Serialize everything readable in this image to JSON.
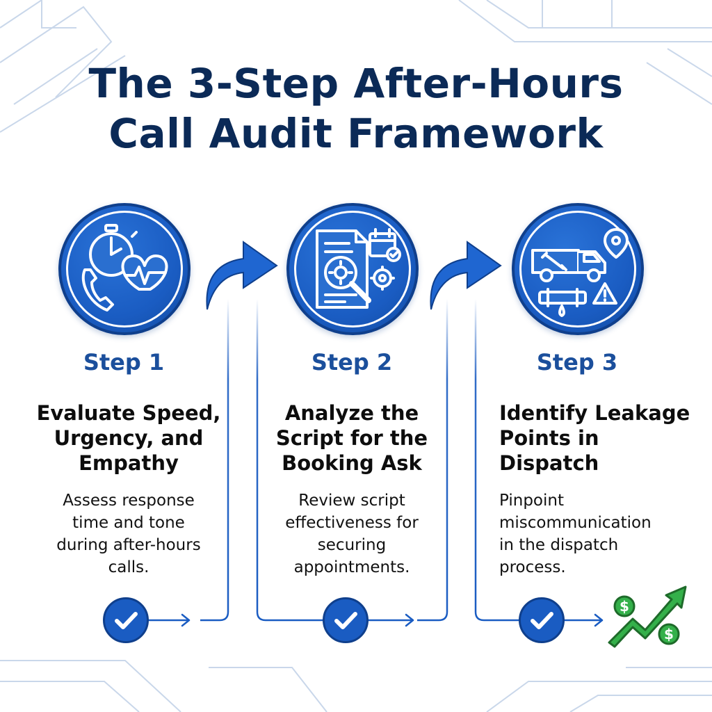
{
  "title": {
    "line1": "The 3-Step After-Hours",
    "line2": "Call Audit Framework"
  },
  "steps": [
    {
      "label": "Step 1",
      "heading": [
        "Evaluate Speed,",
        "Urgency, and",
        "Empathy"
      ],
      "description": [
        "Assess response",
        "time and tone",
        "during after-hours",
        "calls."
      ],
      "icon": "stopwatch-heartbeat-phone-icon"
    },
    {
      "label": "Step 2",
      "heading": [
        "Analyze the",
        "Script for the",
        "Booking Ask"
      ],
      "description": [
        "Review script",
        "effectiveness for",
        "securing",
        "appointments."
      ],
      "icon": "document-magnifier-gear-calendar-icon"
    },
    {
      "label": "Step 3",
      "heading": [
        "Identify Leakage",
        "Points in",
        "Dispatch"
      ],
      "description": [
        "Pinpoint",
        "miscommunication",
        "in the dispatch",
        "process."
      ],
      "icon": "van-location-pipe-warning-icon"
    }
  ],
  "colors": {
    "title": "#0b2a57",
    "primary": "#1a5cc2",
    "step_label": "#1b4f9c",
    "growth": "#2e9e3e"
  }
}
